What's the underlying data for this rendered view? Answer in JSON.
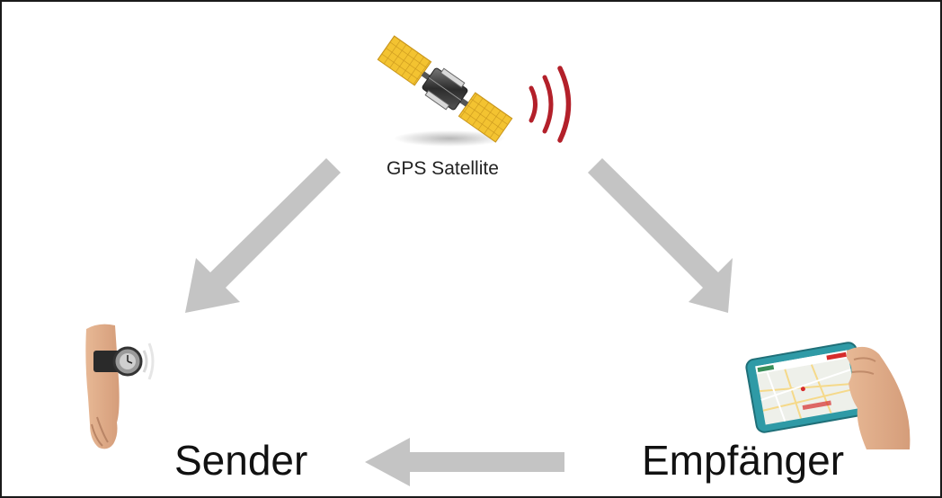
{
  "diagram": {
    "satellite": {
      "label": "GPS Satellite",
      "icon": "gps-satellite-icon"
    },
    "sender": {
      "label": "Sender",
      "icon": "wristwatch-tracker-icon"
    },
    "receiver": {
      "label": "Empfänger",
      "icon": "tablet-map-icon"
    },
    "flows": [
      {
        "from": "GPS Satellite",
        "to": "Sender"
      },
      {
        "from": "GPS Satellite",
        "to": "Empfänger"
      },
      {
        "from": "Empfänger",
        "to": "Sender"
      }
    ]
  },
  "colors": {
    "arrow": "#c4c4c4",
    "signal": "#b3202a",
    "panel": "#f2c230",
    "tablet_case": "#2f9aa6",
    "brand": "#d62b2b"
  }
}
